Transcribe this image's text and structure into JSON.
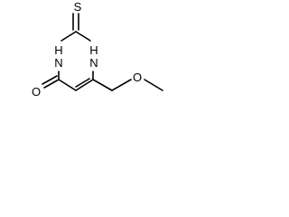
{
  "molecule": {
    "atoms": {
      "sulfur": "S",
      "nitrogen_left": "H\nN",
      "nitrogen_right": "H\nN",
      "oxygen_carbonyl": "O",
      "oxygen_ether": "O"
    }
  }
}
